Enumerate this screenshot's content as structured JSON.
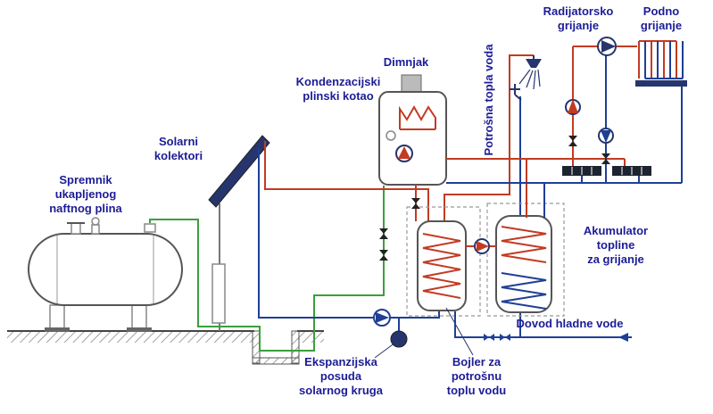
{
  "diagram": {
    "type": "heating-system-schematic",
    "labels": {
      "lpg_tank": "Spremnik\nukapljenog\nnaftnog plina",
      "solar_collectors": "Solarni\nkolektori",
      "condensing_boiler": "Kondenzacijski\nplinski kotao",
      "chimney": "Dimnjak",
      "dhw_vertical": "Potrošna topla voda",
      "radiator_heating": "Radijatorsko\ngrijanje",
      "floor_heating": "Podno\ngrijanje",
      "heat_accumulator": "Akumulator\ntopline\nza grijanje",
      "cold_water": "Dovod hladne vode",
      "dhw_boiler": "Bojler za\npotrošnu\ntoplu vodu",
      "expansion_vessel": "Ekspanzijska\nposuda\nsolarnog kruga"
    },
    "colors": {
      "label_text": "#1c1c96",
      "gas_pipe": "#3aa03a",
      "hot_pipe": "#c23b22",
      "cold_pipe": "#1f3f96",
      "component_navy": "#26356e"
    }
  }
}
